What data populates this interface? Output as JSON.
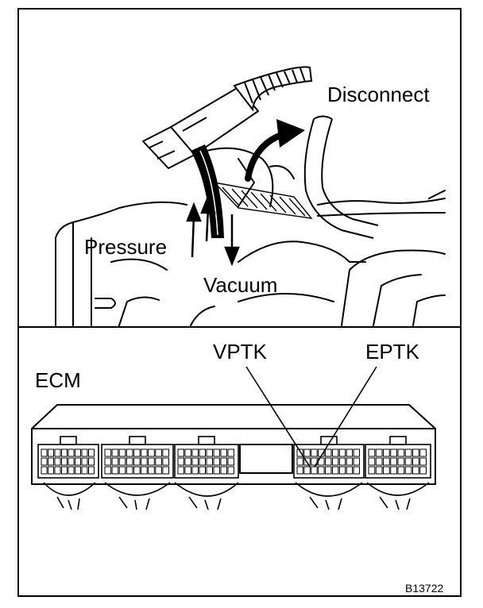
{
  "upper_panel": {
    "labels": {
      "disconnect": "Disconnect",
      "pressure": "Pressure",
      "vacuum": "Vacuum"
    }
  },
  "lower_panel": {
    "labels": {
      "ecm": "ECM",
      "vptk": "VPTK",
      "eptk": "EPTK"
    }
  },
  "figure_number": "B13722",
  "colors": {
    "ink": "#000000",
    "paper": "#ffffff"
  }
}
